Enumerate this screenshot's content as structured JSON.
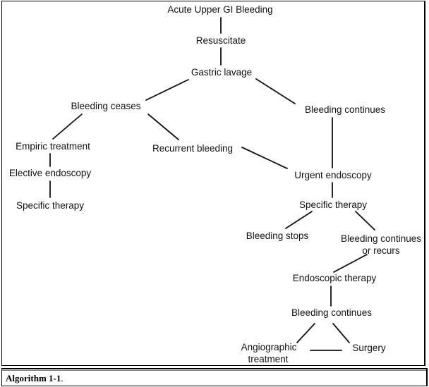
{
  "diagram": {
    "nodes": {
      "acute": "Acute Upper GI Bleeding",
      "resuscitate": "Resuscitate",
      "lavage": "Gastric lavage",
      "ceases": "Bleeding ceases",
      "continues1": "Bleeding continues",
      "empiric": "Empiric treatment",
      "recurrent": "Recurrent bleeding",
      "elective": "Elective endoscopy",
      "urgent": "Urgent endoscopy",
      "specific_left": "Specific therapy",
      "specific_right": "Specific therapy",
      "stops": "Bleeding stops",
      "continues_recurs_1": "Bleeding continues",
      "continues_recurs_2": "or recurs",
      "endoscopic": "Endoscopic therapy",
      "continues2": "Bleeding continues",
      "angio_1": "Angiographic",
      "angio_2": "treatment",
      "surgery": "Surgery"
    },
    "caption": {
      "label": "Algorithm 1-1",
      "suffix": "."
    }
  }
}
